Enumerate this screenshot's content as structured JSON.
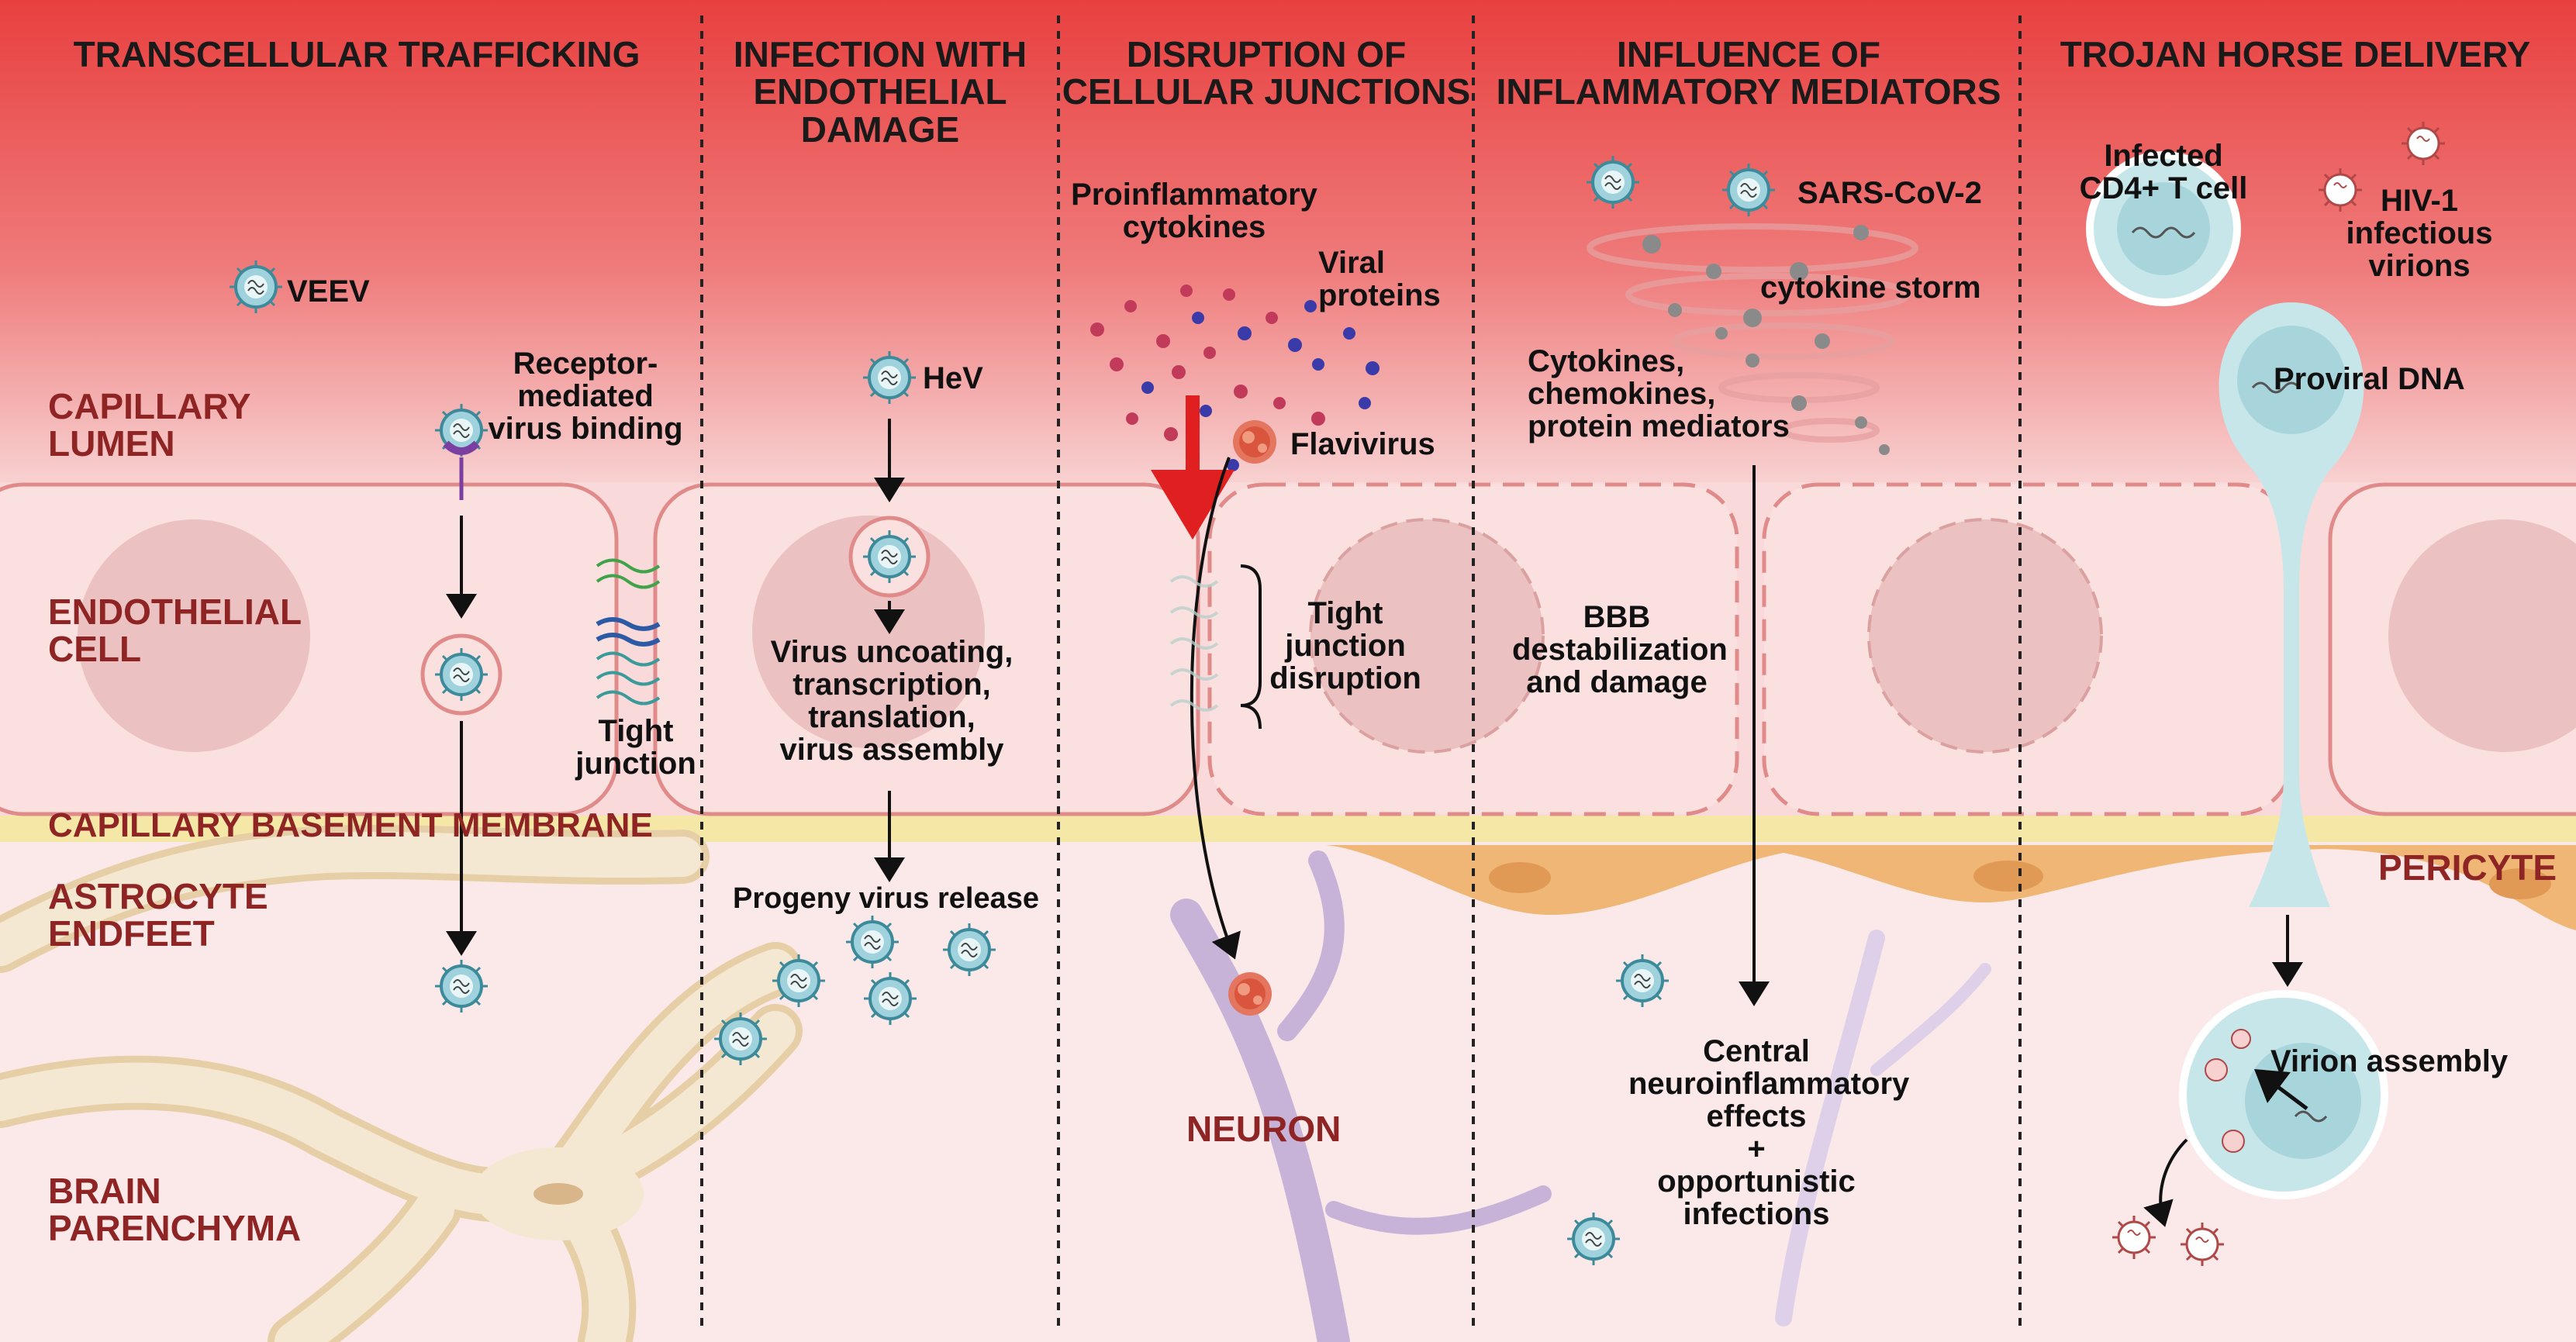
{
  "headers": {
    "transcellular": "TRANSCELLULAR TRAFFICKING",
    "infection": "INFECTION WITH\nENDOTHELIAL\nDAMAGE",
    "disruption": "DISRUPTION OF\nCELLULAR JUNCTIONS",
    "influence": "INFLUENCE OF\nINFLAMMATORY MEDIATORS",
    "trojan": "TROJAN HORSE DELIVERY"
  },
  "zones": {
    "capillary_lumen": "CAPILLARY\nLUMEN",
    "endothelial_cell": "ENDOTHELIAL\nCELL",
    "basement_membrane": "CAPILLARY BASEMENT MEMBRANE",
    "astrocyte_endfeet": "ASTROCYTE\nENDFEET",
    "brain_parenchyma": "BRAIN\nPARENCHYMA",
    "neuron": "NEURON",
    "pericyte": "PERICYTE"
  },
  "labels": {
    "veev": "VEEV",
    "receptor": "Receptor-\nmediated\nvirus binding",
    "tight_junction": "Tight\njunction",
    "hev": "HeV",
    "uncoating": "Virus uncoating,\ntranscription,\ntranslation,\nvirus assembly",
    "progeny": "Progeny virus release",
    "proinflammatory": "Proinflammatory\ncytokines",
    "viral_proteins": "Viral\nproteins",
    "flavivirus": "Flavivirus",
    "tj_disruption": "Tight\njunction\ndisruption",
    "sars": "SARS-CoV-2",
    "cytokine_storm": "cytokine storm",
    "cytokines": "Cytokines,\nchemokines,\nprotein mediators",
    "bbb": "BBB\ndestabilization\nand damage",
    "central": "Central\nneuroinflammatory\neffects\n+\nopportunistic\ninfections",
    "infected_cd4": "Infected\nCD4+ T cell",
    "hiv": "HIV-1\ninfectious\nvirions",
    "proviral": "Proviral DNA",
    "virion_assembly": "Virion assembly"
  },
  "colors": {
    "lumen_top": "#e8403f",
    "lumen_bottom": "#f8d3d3",
    "endothelium": "#f9d9d9",
    "cell_border": "#e08a8a",
    "nucleus": "#ecc1c1",
    "membrane": "#f5e8a6",
    "astrocyte": "#f3e3c6",
    "parenchyma": "#fbe9e9",
    "neuron": "#c8b3d8",
    "pericyte": "#efb676",
    "cd4": "#c7e6ea",
    "arrow_red": "#e02020",
    "zone_text": "#8e2424"
  },
  "icons": [
    "virus-icon",
    "hiv-virion-icon",
    "flavivirus-icon",
    "tight-junction-icon",
    "cd4-cell-icon"
  ]
}
